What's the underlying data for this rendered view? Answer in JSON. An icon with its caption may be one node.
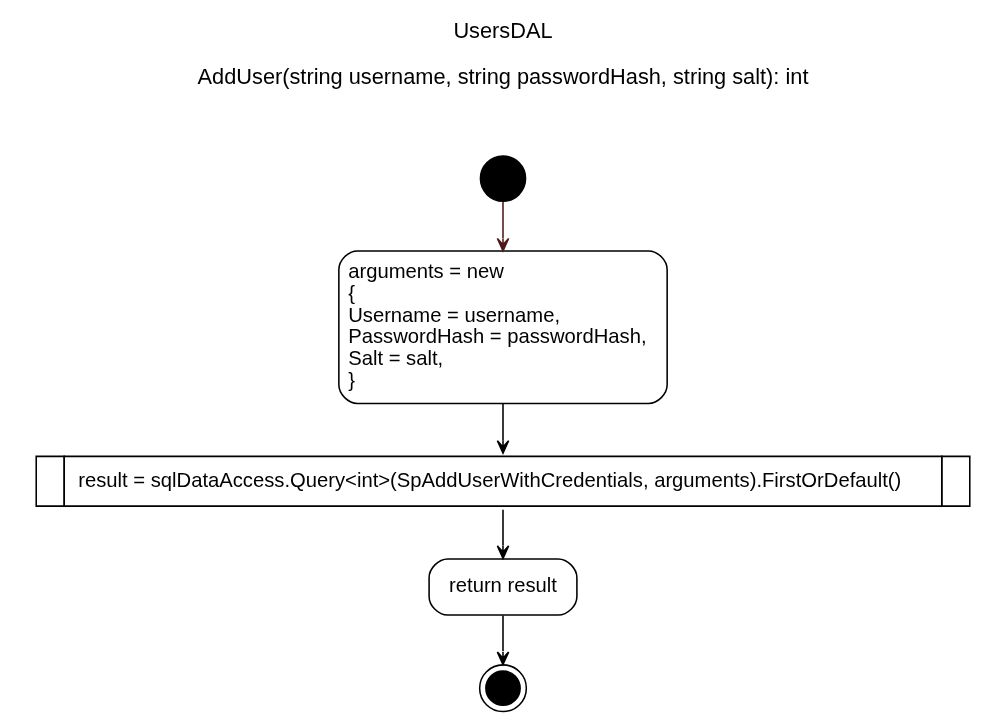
{
  "diagram": {
    "title": "UsersDAL",
    "nodes": [
      {
        "text": [],
        "shape": "circle"
      },
      {
        "text": [
          "arguments = new",
          "{",
          "Username = username,",
          "PasswordHash = passwordHash,",
          "Salt = salt,",
          "}"
        ]
      },
      {
        "text": [
          "result = sqlDataAccess.Query<int>(SpAddUserWithCredentials, arguments).FirstOrDefault()"
        ]
      },
      {
        "text": [
          "return result"
        ]
      },
      {
        "text": [],
        "shape": "circle"
      }
    ],
    "edges": [
      {
        "from": 0,
        "to": 1,
        "arrow": "to",
        "color": "#4d1a1a"
      },
      {
        "from": 1,
        "to": 2,
        "arrow": "to"
      },
      {
        "from": 2,
        "to": 3,
        "arrow": "to"
      },
      {
        "from": 3,
        "to": 4,
        "arrow": "to"
      }
    ],
    "labels": [
      "AddUser(string username, string passwordHash, string salt): int"
    ]
  }
}
